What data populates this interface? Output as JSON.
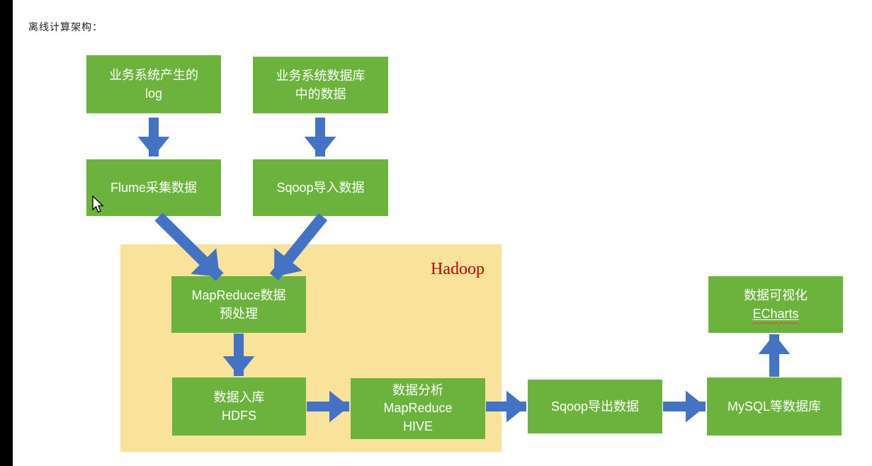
{
  "page": {
    "title": "离线计算架构："
  },
  "diagram": {
    "hadoop_label": "Hadoop",
    "nodes": {
      "log": {
        "lines": [
          "业务系统产生的",
          "log"
        ]
      },
      "db": {
        "lines": [
          "业务系统数据库",
          "中的数据"
        ]
      },
      "flume": {
        "lines": [
          "Flume采集数据"
        ]
      },
      "sqoop_in": {
        "lines": [
          "Sqoop导入数据"
        ]
      },
      "mapreduce_pre": {
        "lines": [
          "MapReduce数据",
          "预处理"
        ]
      },
      "hdfs": {
        "lines": [
          "数据入库",
          "HDFS"
        ]
      },
      "analysis": {
        "lines": [
          "数据分析",
          "MapReduce",
          "HIVE"
        ]
      },
      "sqoop_out": {
        "lines": [
          "Sqoop导出数据"
        ]
      },
      "mysql": {
        "lines": [
          "MySQL等数据库"
        ]
      },
      "echarts": {
        "lines": [
          "数据可视化",
          "ECharts"
        ]
      }
    },
    "connections": [
      {
        "from": "业务系统产生的log",
        "to": "Flume采集数据"
      },
      {
        "from": "业务系统数据库中的数据",
        "to": "Sqoop导入数据"
      },
      {
        "from": "Flume采集数据",
        "to": "MapReduce数据预处理"
      },
      {
        "from": "Sqoop导入数据",
        "to": "MapReduce数据预处理"
      },
      {
        "from": "MapReduce数据预处理",
        "to": "数据入库 HDFS"
      },
      {
        "from": "数据入库 HDFS",
        "to": "数据分析 MapReduce HIVE"
      },
      {
        "from": "数据分析 MapReduce HIVE",
        "to": "Sqoop导出数据"
      },
      {
        "from": "Sqoop导出数据",
        "to": "MySQL等数据库"
      },
      {
        "from": "MySQL等数据库",
        "to": "数据可视化 ECharts"
      }
    ],
    "colors": {
      "node_fill": "#6CB33E",
      "node_text": "#FFFFFF",
      "arrow": "#4472C4",
      "hadoop_fill": "#F9E39B",
      "hadoop_label_color": "#C00000"
    }
  }
}
